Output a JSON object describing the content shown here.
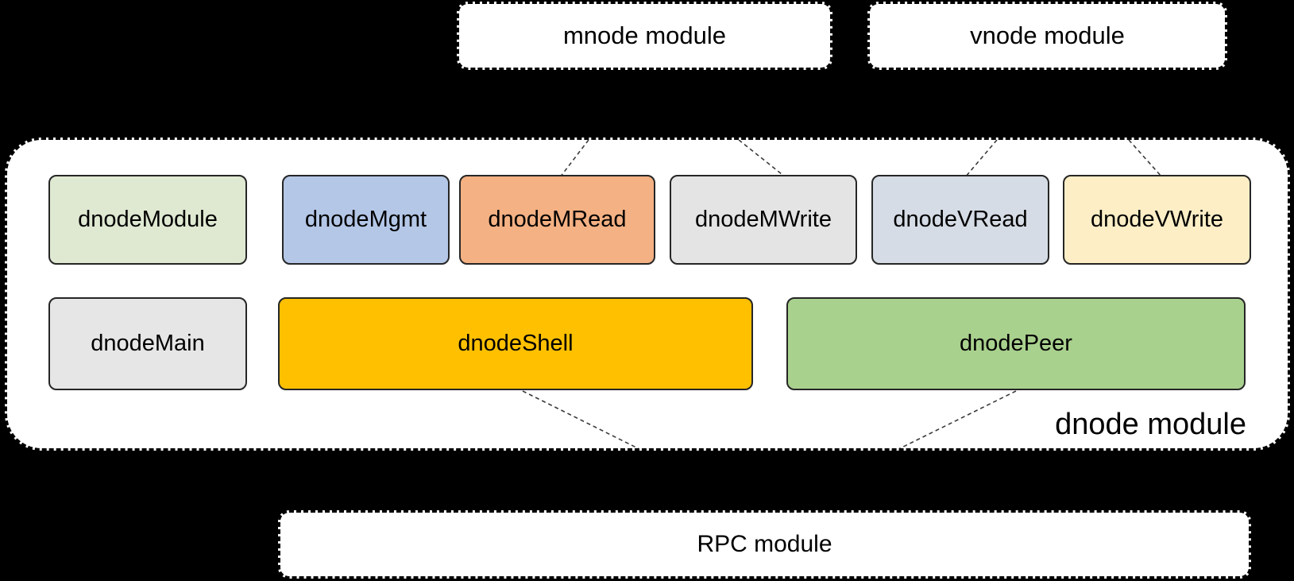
{
  "page": {
    "background_color": "#000000",
    "text_color": "#000000"
  },
  "top_modules": {
    "mnode": {
      "label": "mnode module"
    },
    "vnode": {
      "label": "vnode module"
    }
  },
  "dnode_container": {
    "label": "dnode module",
    "fill_color": "#ffffff",
    "row1": [
      {
        "id": "dnodeModule",
        "label": "dnodeModule",
        "color": "#dfe9d2"
      },
      {
        "id": "dnodeMgmt",
        "label": "dnodeMgmt",
        "color": "#b4c7e7"
      },
      {
        "id": "dnodeMRead",
        "label": "dnodeMRead",
        "color": "#f4b183"
      },
      {
        "id": "dnodeMWrite",
        "label": "dnodeMWrite",
        "color": "#e4e4e4"
      },
      {
        "id": "dnodeVRead",
        "label": "dnodeVRead",
        "color": "#d6dce5"
      },
      {
        "id": "dnodeVWrite",
        "label": "dnodeVWrite",
        "color": "#fdeec6"
      }
    ],
    "row2": [
      {
        "id": "dnodeMain",
        "label": "dnodeMain",
        "color": "#e7e6e6"
      },
      {
        "id": "dnodeShell",
        "label": "dnodeShell",
        "color": "#ffc000"
      },
      {
        "id": "dnodePeer",
        "label": "dnodePeer",
        "color": "#a9d18e"
      }
    ]
  },
  "bottom_module": {
    "label": "RPC module"
  },
  "connectors": [
    {
      "from": "mnode module",
      "to": "dnodeMRead",
      "style": "dashed"
    },
    {
      "from": "mnode module",
      "to": "dnodeMWrite",
      "style": "dashed"
    },
    {
      "from": "vnode module",
      "to": "dnodeVRead",
      "style": "dashed"
    },
    {
      "from": "vnode module",
      "to": "dnodeVWrite",
      "style": "dashed"
    },
    {
      "from": "dnodeShell",
      "to": "RPC module",
      "style": "dashed"
    },
    {
      "from": "dnodePeer",
      "to": "RPC module",
      "style": "dashed"
    }
  ]
}
